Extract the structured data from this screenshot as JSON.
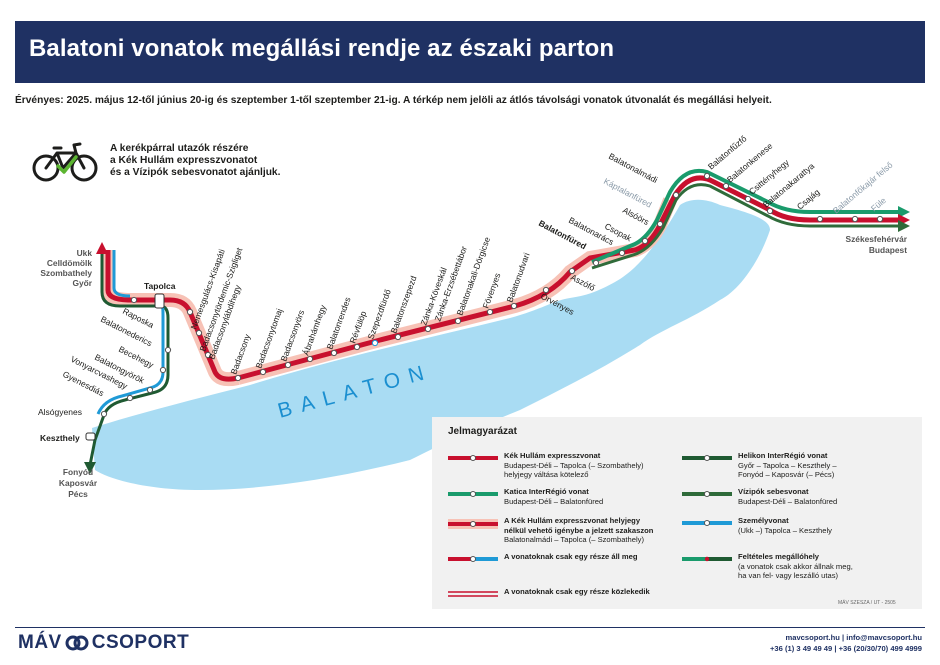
{
  "title": "Balatoni vonatok megállási rendje az északi parton",
  "validity": "Érvényes: 2025. május 12-től június 20-ig és szeptember 1-től szeptember 21-ig. A térkép nem jelöli az átlós távolsági vonatok útvonalát és megállási helyeit.",
  "bike_note": [
    "A kerékpárral utazók részére",
    "a Kék Hullám expresszvonatot",
    "és a Vízipók sebesvonatot ajánljuk."
  ],
  "lake_label": "BALATON",
  "directions": {
    "northwest": [
      "Ukk",
      "Celldömölk",
      "Szombathely",
      "Győr"
    ],
    "south": [
      "Fonyód",
      "Kaposvár",
      "Pécs"
    ],
    "east": [
      "Székesfehérvár",
      "Budapest"
    ]
  },
  "stations": {
    "tapolca": "Tapolca",
    "keszthely": "Keszthely",
    "alsogyenes": "Alsógyenes",
    "gyenesdias": "Gyenesdiás",
    "vonyarcvashegy": "Vonyarcvashegy",
    "balatongyorok": "Balatongyörök",
    "becehegy": "Becehegy",
    "balatonederics": "Balatonederics",
    "raposka": "Raposka",
    "nemesgulacs": "Nemesgulács-Kisapáti",
    "badacsonytordemic": "Badacsonytördemic-Szigliget",
    "badacsonylabdihegy": "Badacsonylábdihegy",
    "badacsony": "Badacsony",
    "badacsonytomaj": "Badacsonytomaj",
    "badacsonyors": "Badacsonyörs",
    "abrahamhegy": "Ábrahámhegy",
    "balatonrendes": "Balatonrendes",
    "revfulop": "Révfülöp",
    "szepezdfurdo": "Szepezdfürdő",
    "balatonszepezd": "Balatonszepezd",
    "zanka_koveskal": "Zánka-Köveskál",
    "zanka_erzsebettabor": "Zánka-Erzsébettábor",
    "balatonakali": "Balatonakali-Dörgicse",
    "fovenyes": "Fövenyes",
    "balatonudvari": "Balatonudvari",
    "orvenyes": "Örvényes",
    "aszofo": "Aszófő",
    "balatonfured": "Balatonfüred",
    "balatonaracs": "Balatonarács",
    "csopak": "Csopak",
    "alsoors": "Alsóörs",
    "kaptalanfured": "Káptalanfüred",
    "balatonalmadi": "Balatonalmádi",
    "balatonfuzfo": "Balatonfűzfő",
    "balatonkenese": "Balatonkenese",
    "csittenyhegy": "Csittényhegy",
    "balatonakarattya": "Balatonakarattya",
    "csajag": "Csajág",
    "balatonfokajar": "Balatonfőkajár felső",
    "fule": "Füle"
  },
  "legend": {
    "title": "Jelmagyarázat",
    "items": [
      {
        "name": "Kék Hullám expresszvonat",
        "lines": [
          "Budapest-Déli – Tapolca (– Szombathely)",
          "helyjegy váltása kötelező"
        ]
      },
      {
        "name": "Katica InterRégió vonat",
        "lines": [
          "Budapest-Déli – Balatonfüred"
        ]
      },
      {
        "name": "A Kék Hullám expresszvonat helyjegy",
        "lines": [
          "nélkül vehető igénybe a jelzett szakaszon",
          "Balatonalmádi – Tapolca (– Szombathely)"
        ]
      },
      {
        "name": "A vonatoknak csak egy része áll meg",
        "lines": []
      },
      {
        "name": "A vonatoknak csak egy része közlekedik",
        "lines": []
      },
      {
        "name": "Helikon InterRégió vonat",
        "lines": [
          "Győr – Tapolca – Keszthely –",
          "Fonyód – Kaposvár (– Pécs)"
        ]
      },
      {
        "name": "Vízipók sebesvonat",
        "lines": [
          "Budapest-Déli – Balatonfüred"
        ]
      },
      {
        "name": "Személyvonat",
        "lines": [
          "(Ukk –) Tapolca – Keszthely"
        ]
      },
      {
        "name": "Feltételes megállóhely",
        "lines": [
          "(a vonatok csak akkor állnak meg,",
          "ha van fel- vagy leszálló utas)"
        ]
      }
    ],
    "credit": "MÁV SZESZA / UT - 2505"
  },
  "footer": {
    "logo_left": "MÁV",
    "logo_right": "CSOPORT",
    "contact_line1": "mavcsoport.hu | info@mavcsoport.hu",
    "contact_line2": "+36 (1) 3 49 49 49 | +36 (20/30/70) 499 4999"
  },
  "colors": {
    "header": "#1f3163",
    "kek_hullam": "#c8102e",
    "katica": "#1a9b6c",
    "helikon": "#1f5a32",
    "vizipok": "#2f6b3a",
    "szemely": "#1f9ad6",
    "lake": "#a9dcf3",
    "lake_text": "#1b8fd0"
  }
}
